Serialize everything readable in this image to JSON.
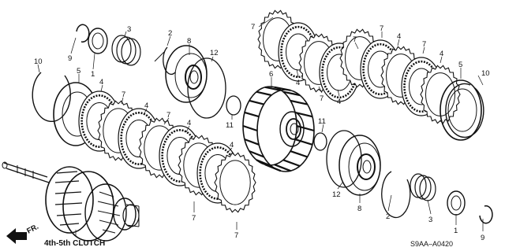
{
  "diagram": {
    "title": "4th-5th CLUTCH",
    "direction_label": "FR.",
    "diagram_code": "S9AA–A0420",
    "callouts": [
      "1",
      "2",
      "3",
      "4",
      "5",
      "6",
      "7",
      "8",
      "9",
      "10",
      "11",
      "12"
    ]
  }
}
